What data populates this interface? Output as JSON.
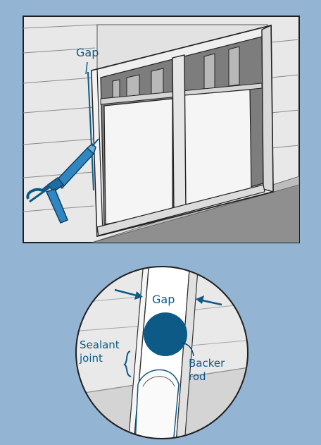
{
  "figure": {
    "top_panel": {
      "gap_label": "Gap"
    },
    "detail_view": {
      "gap_label": "Gap",
      "sealant_joint_label": [
        "Sealant",
        "joint"
      ],
      "backer_rod_label": [
        "Backer",
        "rod"
      ]
    },
    "colors": {
      "background": "#94b4d4",
      "accent_blue": "#0e5a86",
      "frame_outline": "#2a2a2a",
      "siding": "#e9e9e9",
      "glass": "#f4f4f4",
      "interior_dark": "#7d7d7d"
    },
    "icons": [
      "caulk-gun-icon",
      "arrow-right-icon",
      "arrow-left-icon"
    ]
  }
}
